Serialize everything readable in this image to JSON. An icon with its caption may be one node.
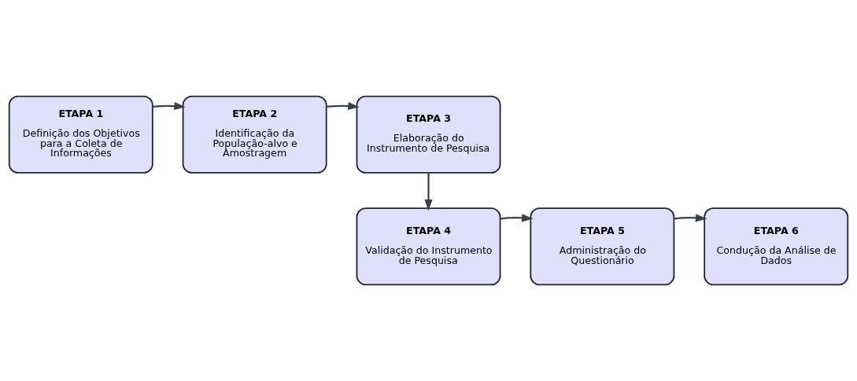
{
  "diagram": {
    "nodes": [
      {
        "text": [
          "ETAPA 1",
          "Definição dos Objetivos para a Coleta de Informações"
        ]
      },
      {
        "text": [
          "ETAPA 2",
          "Identificação da População-alvo e Amostragem"
        ]
      },
      {
        "text": [
          "ETAPA 3",
          "Elaboração do Instrumento de Pesquisa"
        ]
      },
      {
        "text": [
          "ETAPA 4",
          "Validação do Instrumento de Pesquisa"
        ]
      },
      {
        "text": [
          "ETAPA 5",
          "Administração do Questionário"
        ]
      },
      {
        "text": [
          "ETAPA 6",
          "Condução da Análise de Dados"
        ]
      }
    ],
    "edges": [
      {
        "from": 0,
        "to": 1,
        "arrow": "to"
      },
      {
        "from": 1,
        "to": 2,
        "arrow": "to"
      },
      {
        "from": 2,
        "to": 3,
        "arrow": "to"
      },
      {
        "from": 3,
        "to": 4,
        "arrow": "to"
      },
      {
        "from": 4,
        "to": 5,
        "arrow": "to"
      }
    ]
  }
}
